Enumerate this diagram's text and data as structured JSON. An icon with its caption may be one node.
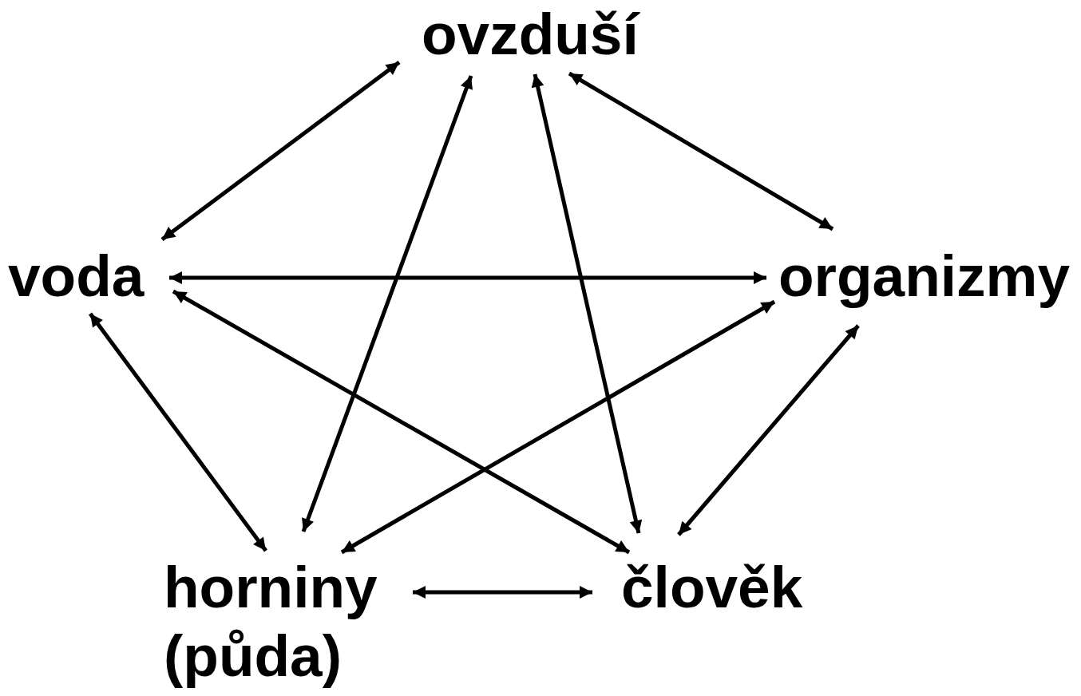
{
  "diagram": {
    "nodes": [
      {
        "text": [
          "ovzduší"
        ]
      },
      {
        "text": [
          "voda"
        ]
      },
      {
        "text": [
          "organizmy"
        ]
      },
      {
        "text": [
          "horniny (půda)"
        ]
      },
      {
        "text": [
          "člověk"
        ]
      }
    ],
    "edges": [
      {
        "from": 0,
        "to": 1,
        "arrow": "both"
      },
      {
        "from": 0,
        "to": 2,
        "arrow": "both"
      },
      {
        "from": 0,
        "to": 3,
        "arrow": "both"
      },
      {
        "from": 0,
        "to": 4,
        "arrow": "both"
      },
      {
        "from": 1,
        "to": 2,
        "arrow": "both"
      },
      {
        "from": 1,
        "to": 3,
        "arrow": "both"
      },
      {
        "from": 1,
        "to": 4,
        "arrow": "both"
      },
      {
        "from": 2,
        "to": 3,
        "arrow": "both"
      },
      {
        "from": 2,
        "to": 4,
        "arrow": "both"
      },
      {
        "from": 3,
        "to": 4,
        "arrow": "both"
      }
    ]
  }
}
